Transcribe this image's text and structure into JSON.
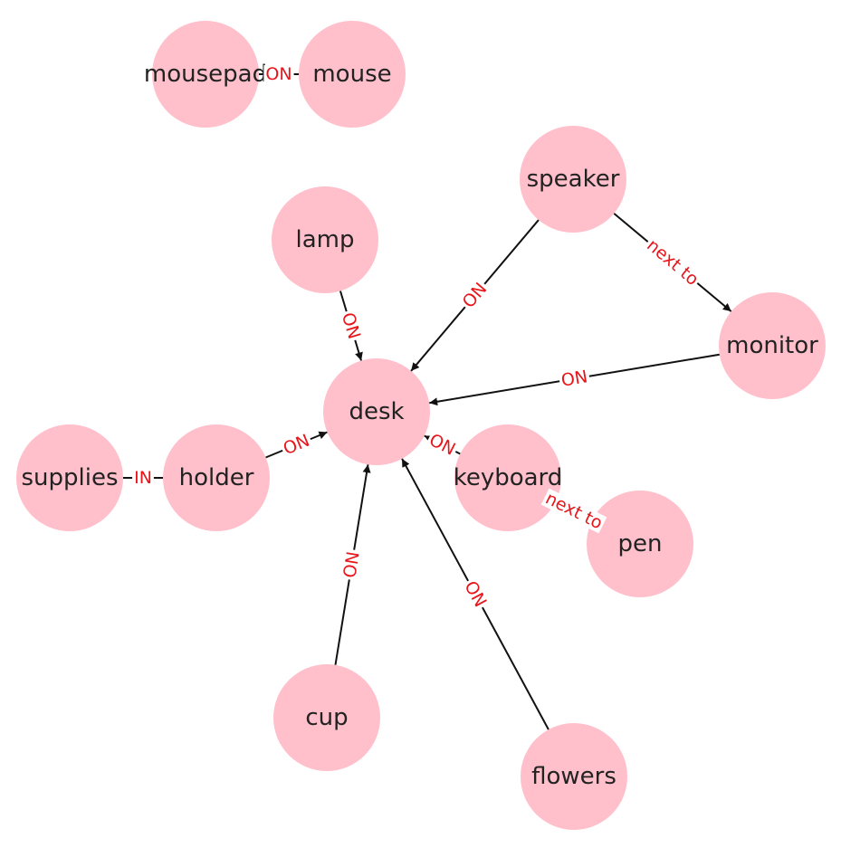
{
  "colors": {
    "node_fill": "#ffc0cb",
    "edge_stroke": "#111111",
    "edge_label": "#e8151b",
    "node_text": "#222222"
  },
  "nodes": [
    {
      "id": "mousepad",
      "label": "mousepad"
    },
    {
      "id": "mouse",
      "label": "mouse"
    },
    {
      "id": "speaker",
      "label": "speaker"
    },
    {
      "id": "lamp",
      "label": "lamp"
    },
    {
      "id": "monitor",
      "label": "monitor"
    },
    {
      "id": "desk",
      "label": "desk"
    },
    {
      "id": "supplies",
      "label": "supplies"
    },
    {
      "id": "holder",
      "label": "holder"
    },
    {
      "id": "keyboard",
      "label": "keyboard"
    },
    {
      "id": "pen",
      "label": "pen"
    },
    {
      "id": "cup",
      "label": "cup"
    },
    {
      "id": "flowers",
      "label": "flowers"
    }
  ],
  "edges": [
    {
      "source": "mousepad",
      "target": "mouse",
      "label": "ON",
      "arrow": false
    },
    {
      "source": "speaker",
      "target": "desk",
      "label": "ON",
      "arrow": true
    },
    {
      "source": "speaker",
      "target": "monitor",
      "label": "next to",
      "arrow": true
    },
    {
      "source": "lamp",
      "target": "desk",
      "label": "ON",
      "arrow": true
    },
    {
      "source": "monitor",
      "target": "desk",
      "label": "ON",
      "arrow": true
    },
    {
      "source": "holder",
      "target": "desk",
      "label": "ON",
      "arrow": true
    },
    {
      "source": "supplies",
      "target": "holder",
      "label": "IN",
      "arrow": false
    },
    {
      "source": "keyboard",
      "target": "desk",
      "label": "ON",
      "arrow": true
    },
    {
      "source": "keyboard",
      "target": "pen",
      "label": "next to",
      "arrow": false
    },
    {
      "source": "cup",
      "target": "desk",
      "label": "ON",
      "arrow": true
    },
    {
      "source": "flowers",
      "target": "desk",
      "label": "ON",
      "arrow": true
    }
  ]
}
